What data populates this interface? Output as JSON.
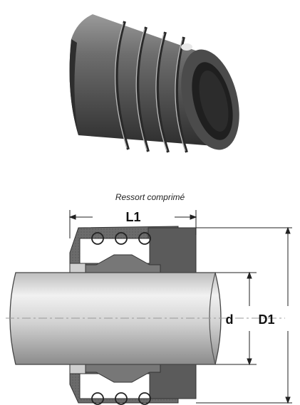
{
  "caption": "Ressort comprimé",
  "labels": {
    "l1": "L1",
    "d": "d",
    "d1": "D1"
  },
  "colors": {
    "seal_body": "#5a5a5a",
    "shaft_light": "#e9e9e9",
    "shaft_dark": "#8d8d8d",
    "background": "#ffffff"
  }
}
